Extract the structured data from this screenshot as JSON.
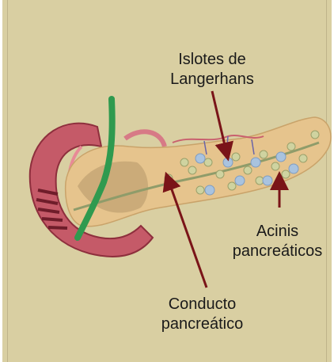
{
  "labels": {
    "islets_line1": "Islotes de",
    "islets_line2": "Langerhans",
    "acini_line1": "Acinis",
    "acini_line2": "pancreáticos",
    "duct_line1": "Conducto",
    "duct_line2": "pancreático"
  },
  "colors": {
    "background": "#d9cfa2",
    "arrow": "#7a1418",
    "duodenum": "#c55a68",
    "pancreas": "#e6c48d",
    "bile_duct": "#2f9a4f",
    "islet": "#a9c3df"
  }
}
